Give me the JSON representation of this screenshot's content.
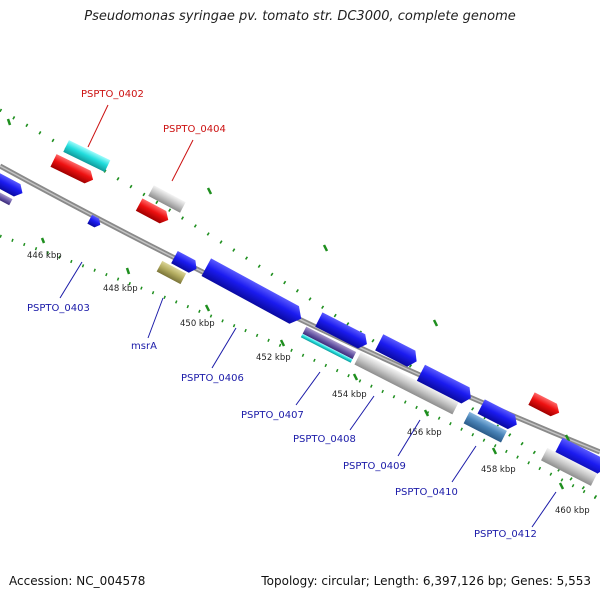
{
  "header": {
    "title": "Pseudomonas syringae pv. tomato str. DC3000, complete genome"
  },
  "footer": {
    "accession": "Accession: NC_004578",
    "summary": "Topology: circular; Length: 6,397,126 bp; Genes: 5,553"
  },
  "colors": {
    "plus_strand": "#1b1bf0",
    "minus_strand": "#ee1111",
    "highlight": "#22dddd",
    "grey_gene": "#c9c9c9",
    "olive_gene": "#b5ae62",
    "steel_gene": "#4a84b8",
    "backbone": "#8a8a8a",
    "tick": "#1f8f1f",
    "label_red": "#cc1111",
    "label_blue": "#1a1aa8"
  },
  "scale_labels": [
    "446 kbp",
    "448 kbp",
    "450 kbp",
    "452 kbp",
    "454 kbp",
    "456 kbp",
    "458 kbp",
    "460 kbp"
  ],
  "gene_labels": {
    "pspto_0402": "PSPTO_0402",
    "pspto_0404": "PSPTO_0404",
    "pspto_0403": "PSPTO_0403",
    "msra": "msrA",
    "pspto_0406": "PSPTO_0406",
    "pspto_0407": "PSPTO_0407",
    "pspto_0408": "PSPTO_0408",
    "pspto_0409": "PSPTO_0409",
    "pspto_0410": "PSPTO_0410",
    "pspto_0412": "PSPTO_0412"
  }
}
